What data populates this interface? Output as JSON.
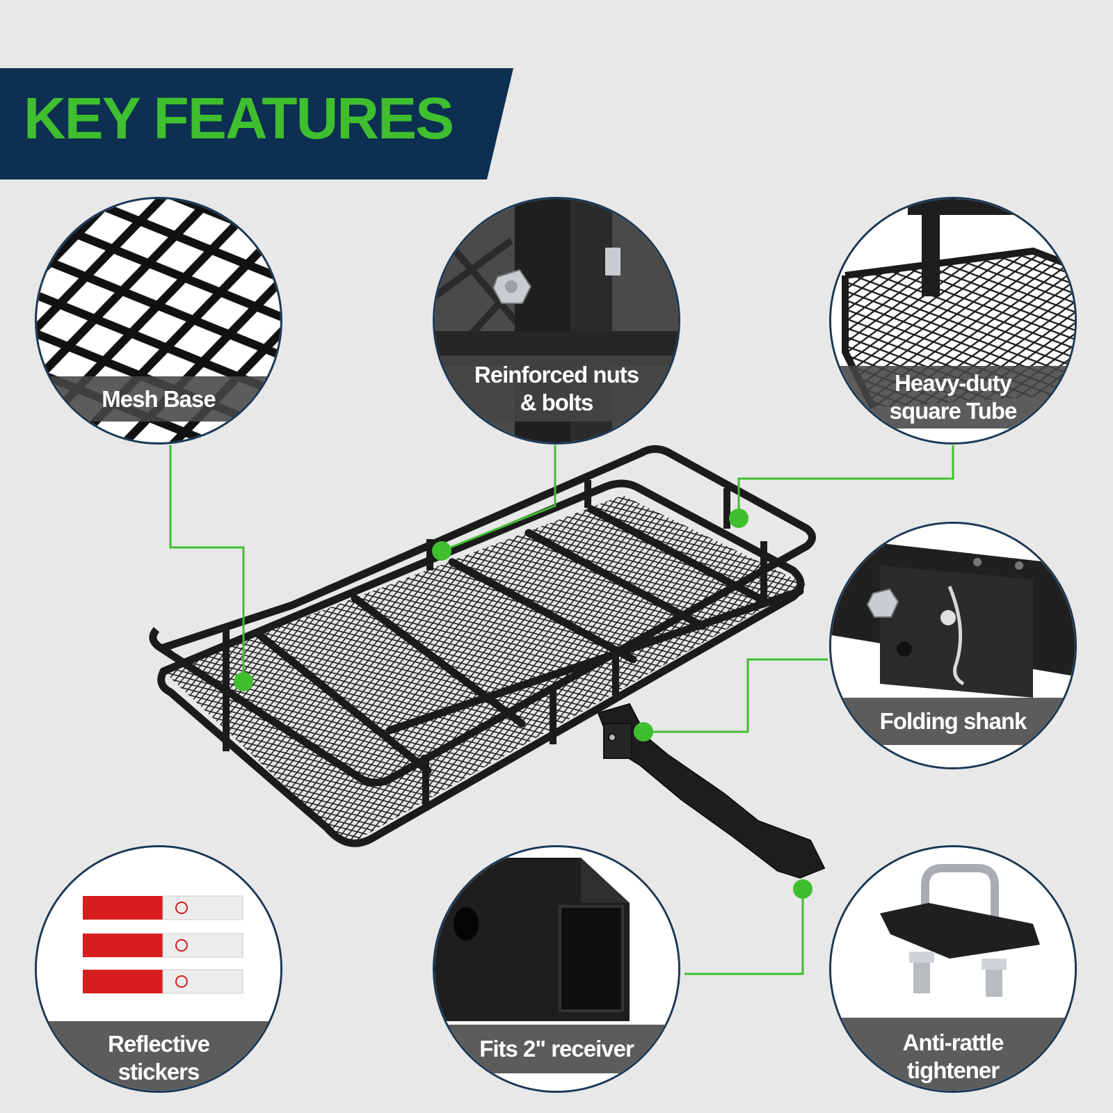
{
  "banner": {
    "title": "KEY FEATURES"
  },
  "features": {
    "mesh_base": {
      "label": "Mesh Base"
    },
    "nuts_bolts": {
      "line1": "Reinforced nuts",
      "line2": "& bolts"
    },
    "square_tube": {
      "line1": "Heavy-duty",
      "line2": "square Tube"
    },
    "folding_shank": {
      "label": "Folding shank"
    },
    "stickers": {
      "line1": "Reflective",
      "line2": "stickers"
    },
    "receiver": {
      "label": "Fits 2\" receiver"
    },
    "tightener": {
      "line1": "Anti-rattle",
      "line2": "tightener"
    }
  },
  "colors": {
    "navy": "#0c2f52",
    "accent_green": "#3fbf2e",
    "callout_border": "#1c3754",
    "label_band": "#464646",
    "rack_black": "#1b1b1b",
    "reflector_red": "#d81d20"
  },
  "icons": [
    "mesh-icon",
    "bolt-icon",
    "tube-icon",
    "shank-icon",
    "sticker-icon",
    "receiver-icon",
    "tightener-icon"
  ]
}
